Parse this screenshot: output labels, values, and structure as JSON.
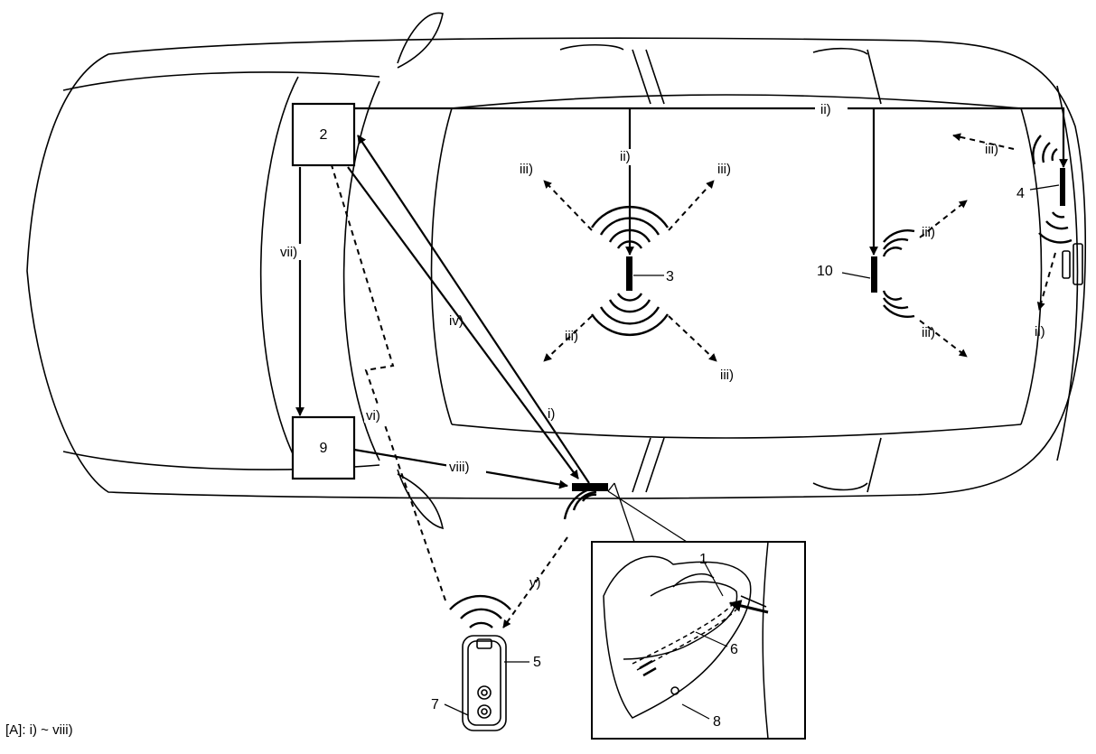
{
  "components": {
    "c1": "1",
    "c2": "2",
    "c3": "3",
    "c4": "4",
    "c5": "5",
    "c6": "6",
    "c7": "7",
    "c8": "8",
    "c9": "9",
    "c10": "10"
  },
  "signals": {
    "i": "i)",
    "ii": "ii)",
    "iii": "iii)",
    "iv": "iv)",
    "v": "v)",
    "vi": "vi)",
    "vii": "vii)",
    "viii": "viii)"
  },
  "footer": "[A]: i) ~ viii)"
}
